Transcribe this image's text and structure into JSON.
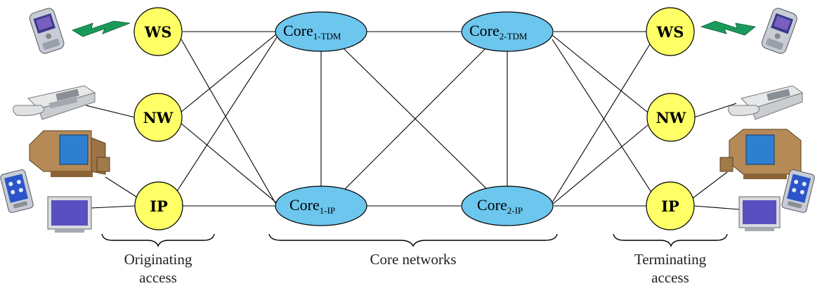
{
  "access": {
    "ws": "WS",
    "nw": "NW",
    "ip": "IP"
  },
  "core": {
    "base": "Core",
    "c1_tdm_sub": "1-TDM",
    "c2_tdm_sub": "2-TDM",
    "c1_ip_sub": "1-IP",
    "c2_ip_sub": "2-IP"
  },
  "captions": {
    "originating_line1": "Originating",
    "originating_line2": "access",
    "core": "Core networks",
    "terminating_line1": "Terminating",
    "terminating_line2": "access"
  },
  "colors": {
    "access_node": "#ffff66",
    "core_node": "#6cc6ee",
    "wireless_bolt": "#1a9a5a"
  },
  "icons": [
    "mobile-phone-icon",
    "wireless-bolt-icon",
    "desk-phone-icon",
    "desktop-computer-icon",
    "pda-icon",
    "monitor-icon"
  ]
}
